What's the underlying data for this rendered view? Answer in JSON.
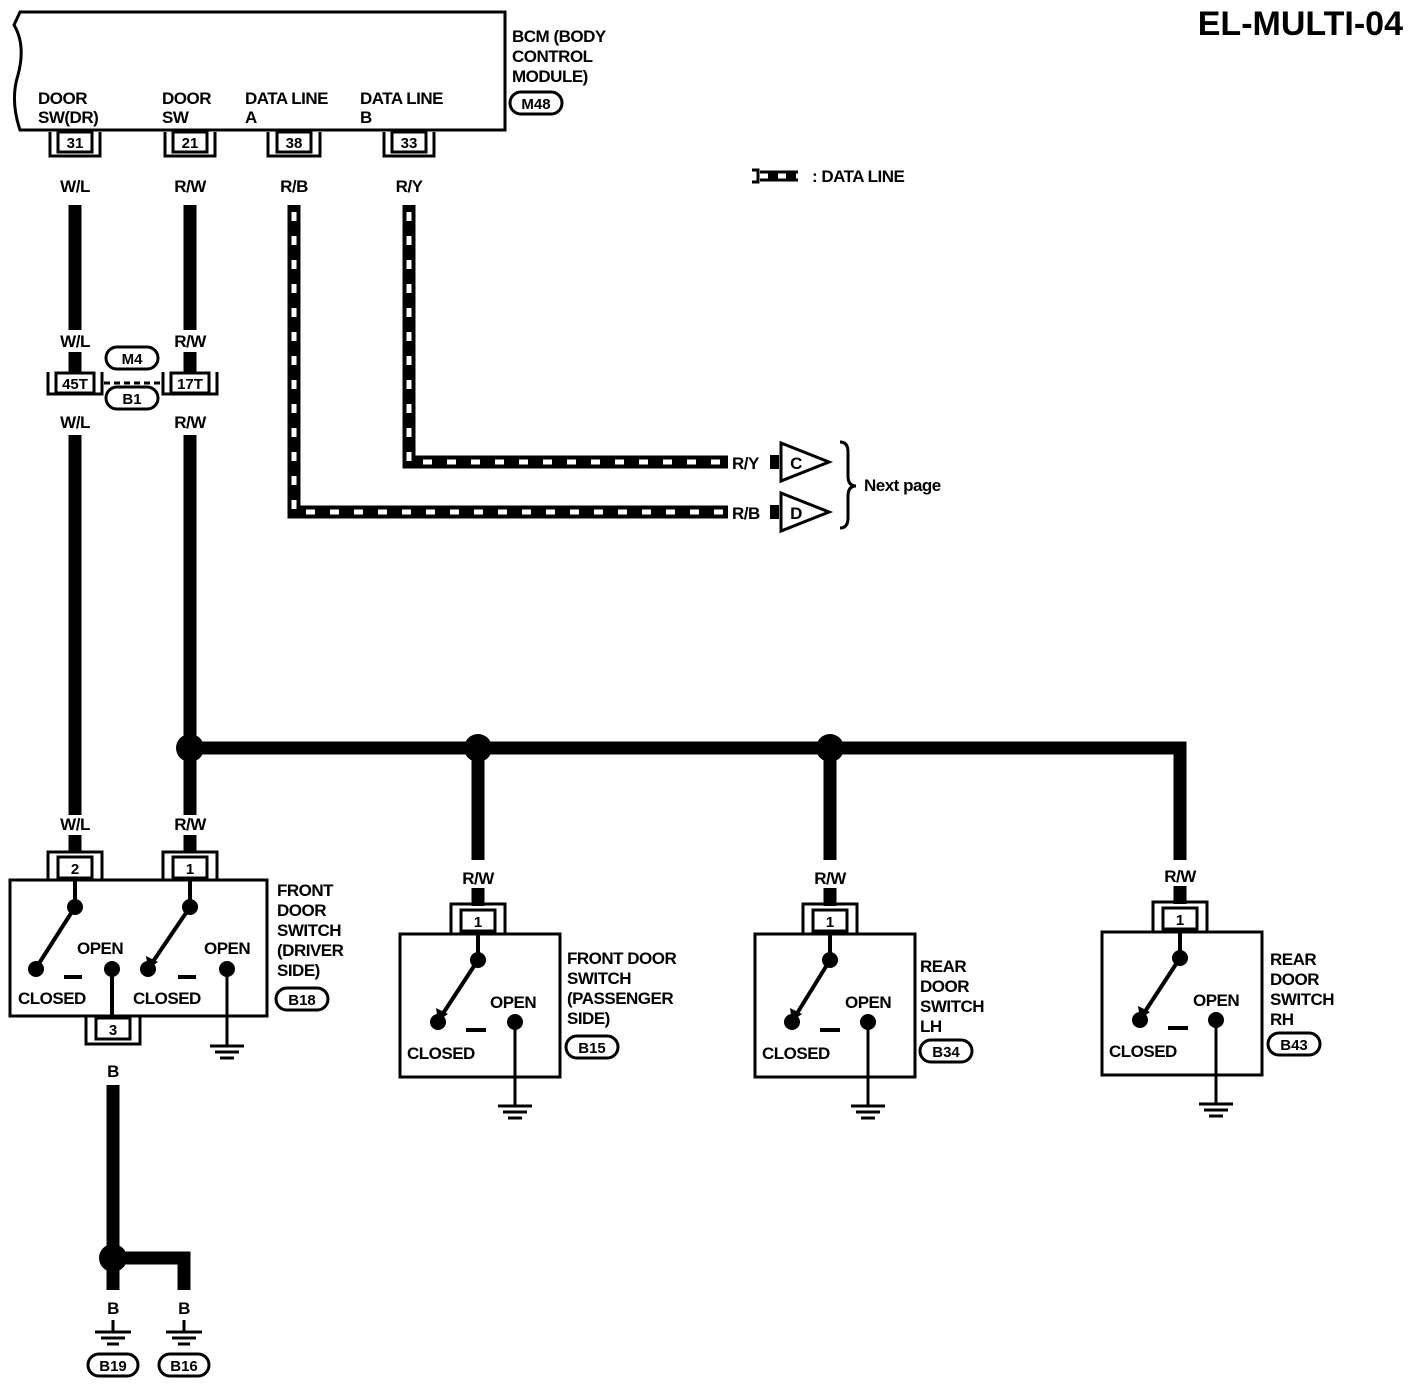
{
  "page_title": "EL-MULTI-04",
  "legend": {
    "data_line": ": DATA LINE"
  },
  "next_page": "Next page",
  "bcm": {
    "name": "BCM (BODY CONTROL MODULE)",
    "name_lines": [
      "BCM (BODY",
      "CONTROL",
      "MODULE)"
    ],
    "connector": "M48",
    "terminals": [
      {
        "label_lines": [
          "DOOR",
          "SW(DR)"
        ],
        "pin": "31",
        "wire": "W/L"
      },
      {
        "label_lines": [
          "DOOR",
          "SW"
        ],
        "pin": "21",
        "wire": "R/W"
      },
      {
        "label_lines": [
          "DATA LINE",
          "A"
        ],
        "pin": "38",
        "wire": "R/B"
      },
      {
        "label_lines": [
          "DATA LINE",
          "B"
        ],
        "pin": "33",
        "wire": "R/Y"
      }
    ]
  },
  "joint_connector": {
    "upper": "M4",
    "lower": "B1",
    "pins": [
      "45T",
      "17T"
    ],
    "wires_above": [
      "W/L",
      "R/W"
    ],
    "wires_below": [
      "W/L",
      "R/W"
    ]
  },
  "offpage": [
    {
      "wire": "R/Y",
      "letter": "C"
    },
    {
      "wire": "R/B",
      "letter": "D"
    }
  ],
  "driver_switch": {
    "name_lines": [
      "FRONT",
      "DOOR",
      "SWITCH",
      "(DRIVER",
      "SIDE)"
    ],
    "connector": "B18",
    "pins": [
      "2",
      "1",
      "3"
    ],
    "wires": [
      "W/L",
      "R/W",
      "B"
    ],
    "open_label": "OPEN",
    "closed_label": "CLOSED"
  },
  "switches": [
    {
      "name_lines": [
        "FRONT DOOR",
        "SWITCH",
        "(PASSENGER",
        "SIDE)"
      ],
      "connector": "B15",
      "pin": "1",
      "wire": "R/W",
      "open_label": "OPEN",
      "closed_label": "CLOSED"
    },
    {
      "name_lines": [
        "REAR",
        "DOOR",
        "SWITCH",
        "LH"
      ],
      "connector": "B34",
      "pin": "1",
      "wire": "R/W",
      "open_label": "OPEN",
      "closed_label": "CLOSED"
    },
    {
      "name_lines": [
        "REAR",
        "DOOR",
        "SWITCH",
        "RH"
      ],
      "connector": "B43",
      "pin": "1",
      "wire": "R/W",
      "open_label": "OPEN",
      "closed_label": "CLOSED"
    }
  ],
  "grounds": [
    {
      "wire": "B",
      "connector": "B19"
    },
    {
      "wire": "B",
      "connector": "B16"
    }
  ]
}
